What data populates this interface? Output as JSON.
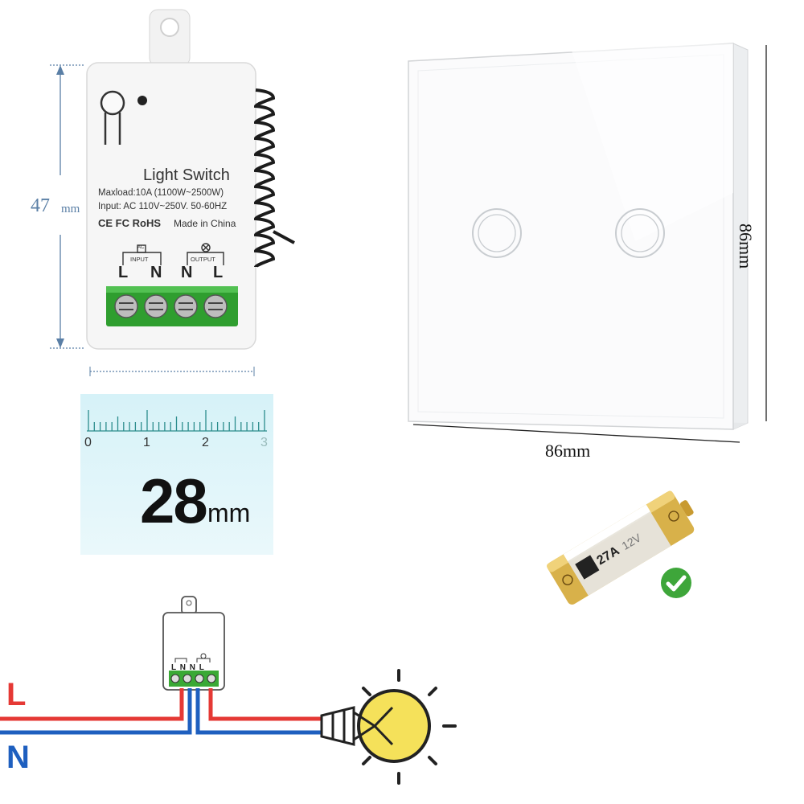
{
  "relay_module": {
    "title": "Light Switch",
    "maxload": "Maxload:10A (1100W~2500W)",
    "input_spec": "Input: AC 110V~250V. 50-60HZ",
    "certifications": "CE FC RoHS",
    "made_in": "Made in China",
    "input_block_label": "INPUT",
    "input_block_sub": "AC",
    "output_block_label": "OUTPUT",
    "terminals": [
      "L",
      "N",
      "N",
      "L"
    ],
    "height_value": "47",
    "height_unit": "mm"
  },
  "ruler": {
    "ticks": [
      "0",
      "1",
      "2",
      "3"
    ],
    "width_value": "28",
    "width_unit": "mm"
  },
  "touch_panel": {
    "width_label": "86mm",
    "height_label": "86mm",
    "button_count": 2
  },
  "battery": {
    "label": "27A",
    "status": "check-icon"
  },
  "wiring_diagram": {
    "live_label": "L",
    "neutral_label": "N",
    "module_terminals": "L N N L",
    "colors": {
      "live": "#e53935",
      "neutral": "#1e5fbf",
      "terminal": "#3aa935",
      "bulb": "#f5e15a"
    }
  }
}
